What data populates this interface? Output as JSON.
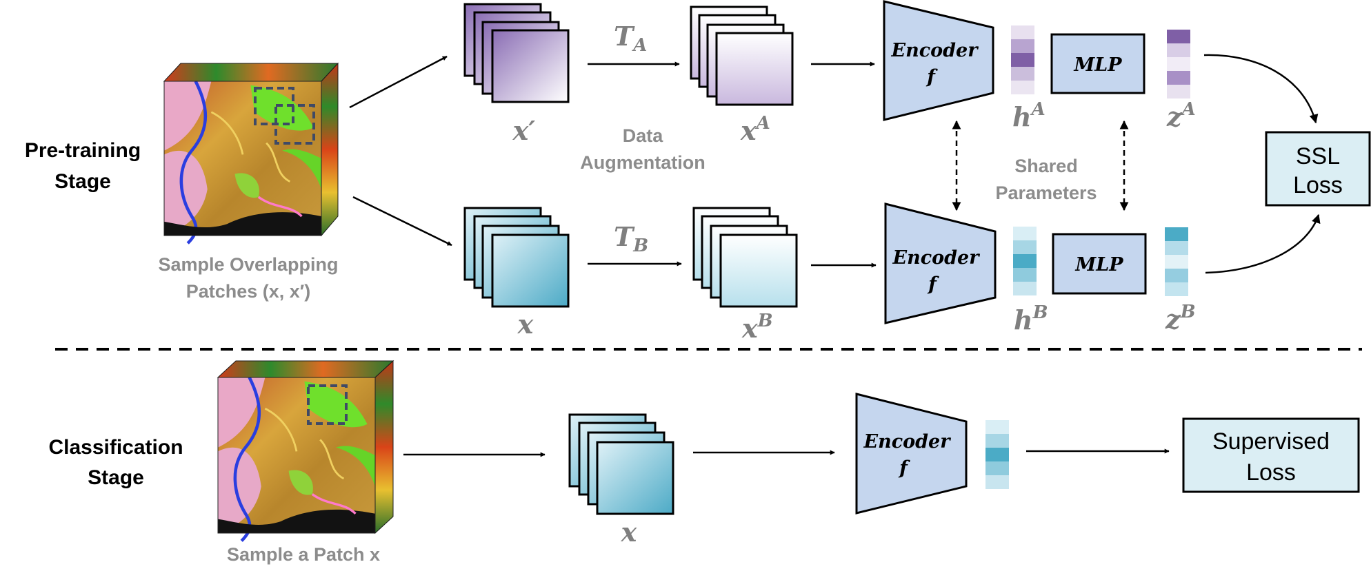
{
  "labels": {
    "pretraining_stage": [
      "Pre-training",
      "Stage"
    ],
    "classification_stage": [
      "Classification",
      "Stage"
    ],
    "sample_overlapping": "Sample Overlapping",
    "patches": "Patches (x, x′)",
    "data_augmentation": [
      "Data",
      "Augmentation"
    ],
    "shared_parameters": [
      "Shared",
      "Parameters"
    ],
    "sample_a_patch": "Sample a Patch x"
  },
  "symbols": {
    "x_prime": "x′",
    "x": "x",
    "x_a": "x",
    "x_a_sup": "A",
    "x_b": "x",
    "x_b_sup": "B",
    "t_a": "T",
    "t_a_sub": "A",
    "t_b": "T",
    "t_b_sub": "B",
    "h_a": "h",
    "h_a_sup": "A",
    "h_b": "h",
    "h_b_sup": "B",
    "z_a": "z",
    "z_a_sup": "A",
    "z_b": "z",
    "z_b_sup": "B",
    "x_cls": "x"
  },
  "blocks": {
    "encoder_line1": "Encoder",
    "encoder_line2": "f",
    "mlp": "MLP",
    "ssl_loss": [
      "SSL",
      "Loss"
    ],
    "supervised_loss": [
      "Supervised",
      "Loss"
    ]
  },
  "colors": {
    "block_fill": "#c5d6ee",
    "loss_fill": "#dbeef4",
    "purple": "#7f5fa6",
    "teal": "#4babc6"
  }
}
